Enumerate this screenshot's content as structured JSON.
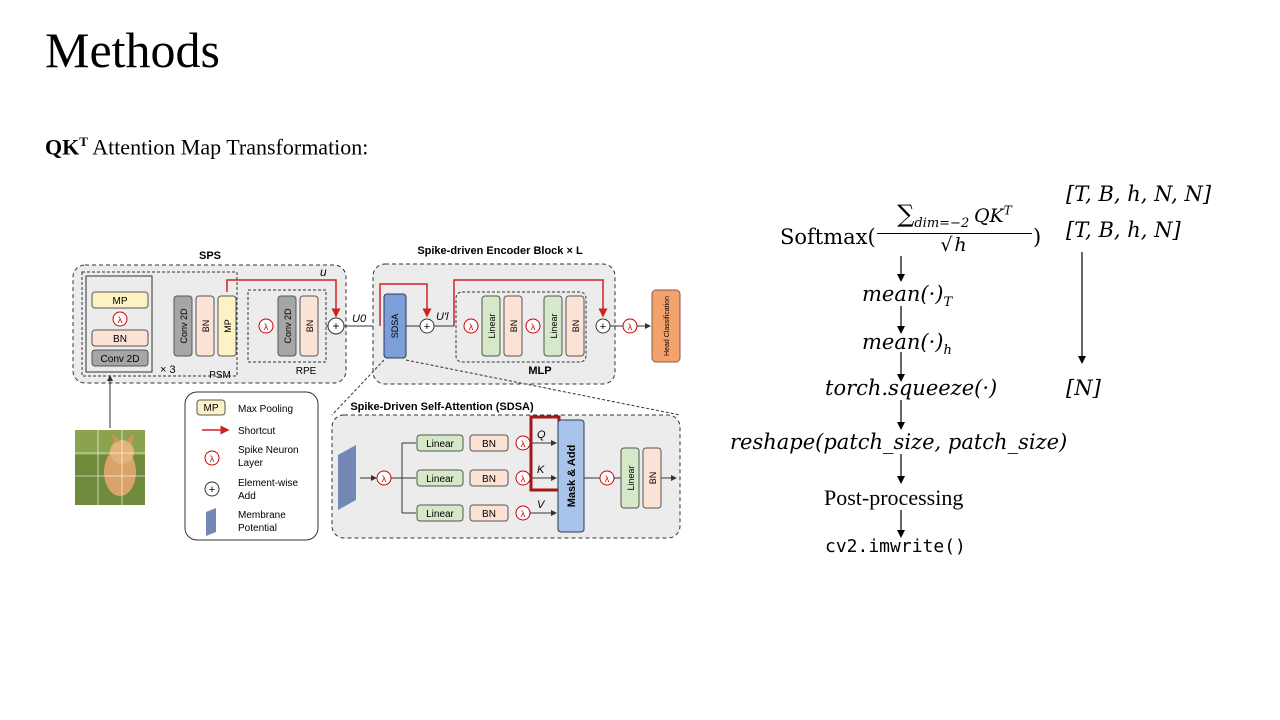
{
  "slide": {
    "title": "Methods",
    "subtitle_bold": "QK",
    "subtitle_sup": "T",
    "subtitle_rest": " Attention Map Transformation:"
  },
  "diagram": {
    "sps_title": "SPS",
    "encoder_title": "Spike-driven Encoder Block × L",
    "sdsa_title": "Spike-Driven Self-Attention (SDSA)",
    "psm_label": "PSM",
    "rpe_label": "RPE",
    "mlp_label": "MLP",
    "times3": "× 3",
    "u_label": "u",
    "u0_label": "U0",
    "ul_label": "U'l",
    "mp": "MP",
    "bn": "BN",
    "conv2d": "Conv 2D",
    "linear": "Linear",
    "sdsa_box": "SDSA",
    "head": "Head Classification",
    "mask_add": "Mask & Add",
    "q": "Q",
    "k": "K",
    "v": "V",
    "legend": {
      "mp_key": "MP",
      "mp_desc": "Max Pooling",
      "shortcut": "Shortcut",
      "spike1": "Spike Neuron",
      "spike2": "Layer",
      "add1": "Element-wise",
      "add2": "Add",
      "mem1": "Membrane",
      "mem2": "Potential"
    }
  },
  "formula": {
    "softmax": "Softmax(",
    "sum_sub": "dim=−2",
    "qkt": "QK",
    "qkt_sup": "T",
    "sqrt_h": "h",
    "close": ")",
    "shape1": "[T, B, h, N, N]",
    "shape2": "[T, B, h, N]",
    "step1": "mean(·)",
    "step1_sub": "T",
    "step2": "mean(·)",
    "step2_sub": "h",
    "step3": "torch.squeeze(·)",
    "shape3": "[N]",
    "step4": "reshape(patch_size, patch_size)",
    "step5": "Post-processing",
    "step6": "cv2.imwrite()"
  },
  "colors": {
    "mp_fill": "#fdf2c4",
    "bn_fill": "#fbe2d5",
    "conv_fill": "#a6a6a6",
    "linear_fill": "#d5e8c8",
    "sdsa_fill": "#7b9fd9",
    "head_fill": "#f4a26c",
    "mask_fill": "#a9c4ea",
    "red": "#d12020",
    "dark_red": "#a01818"
  }
}
